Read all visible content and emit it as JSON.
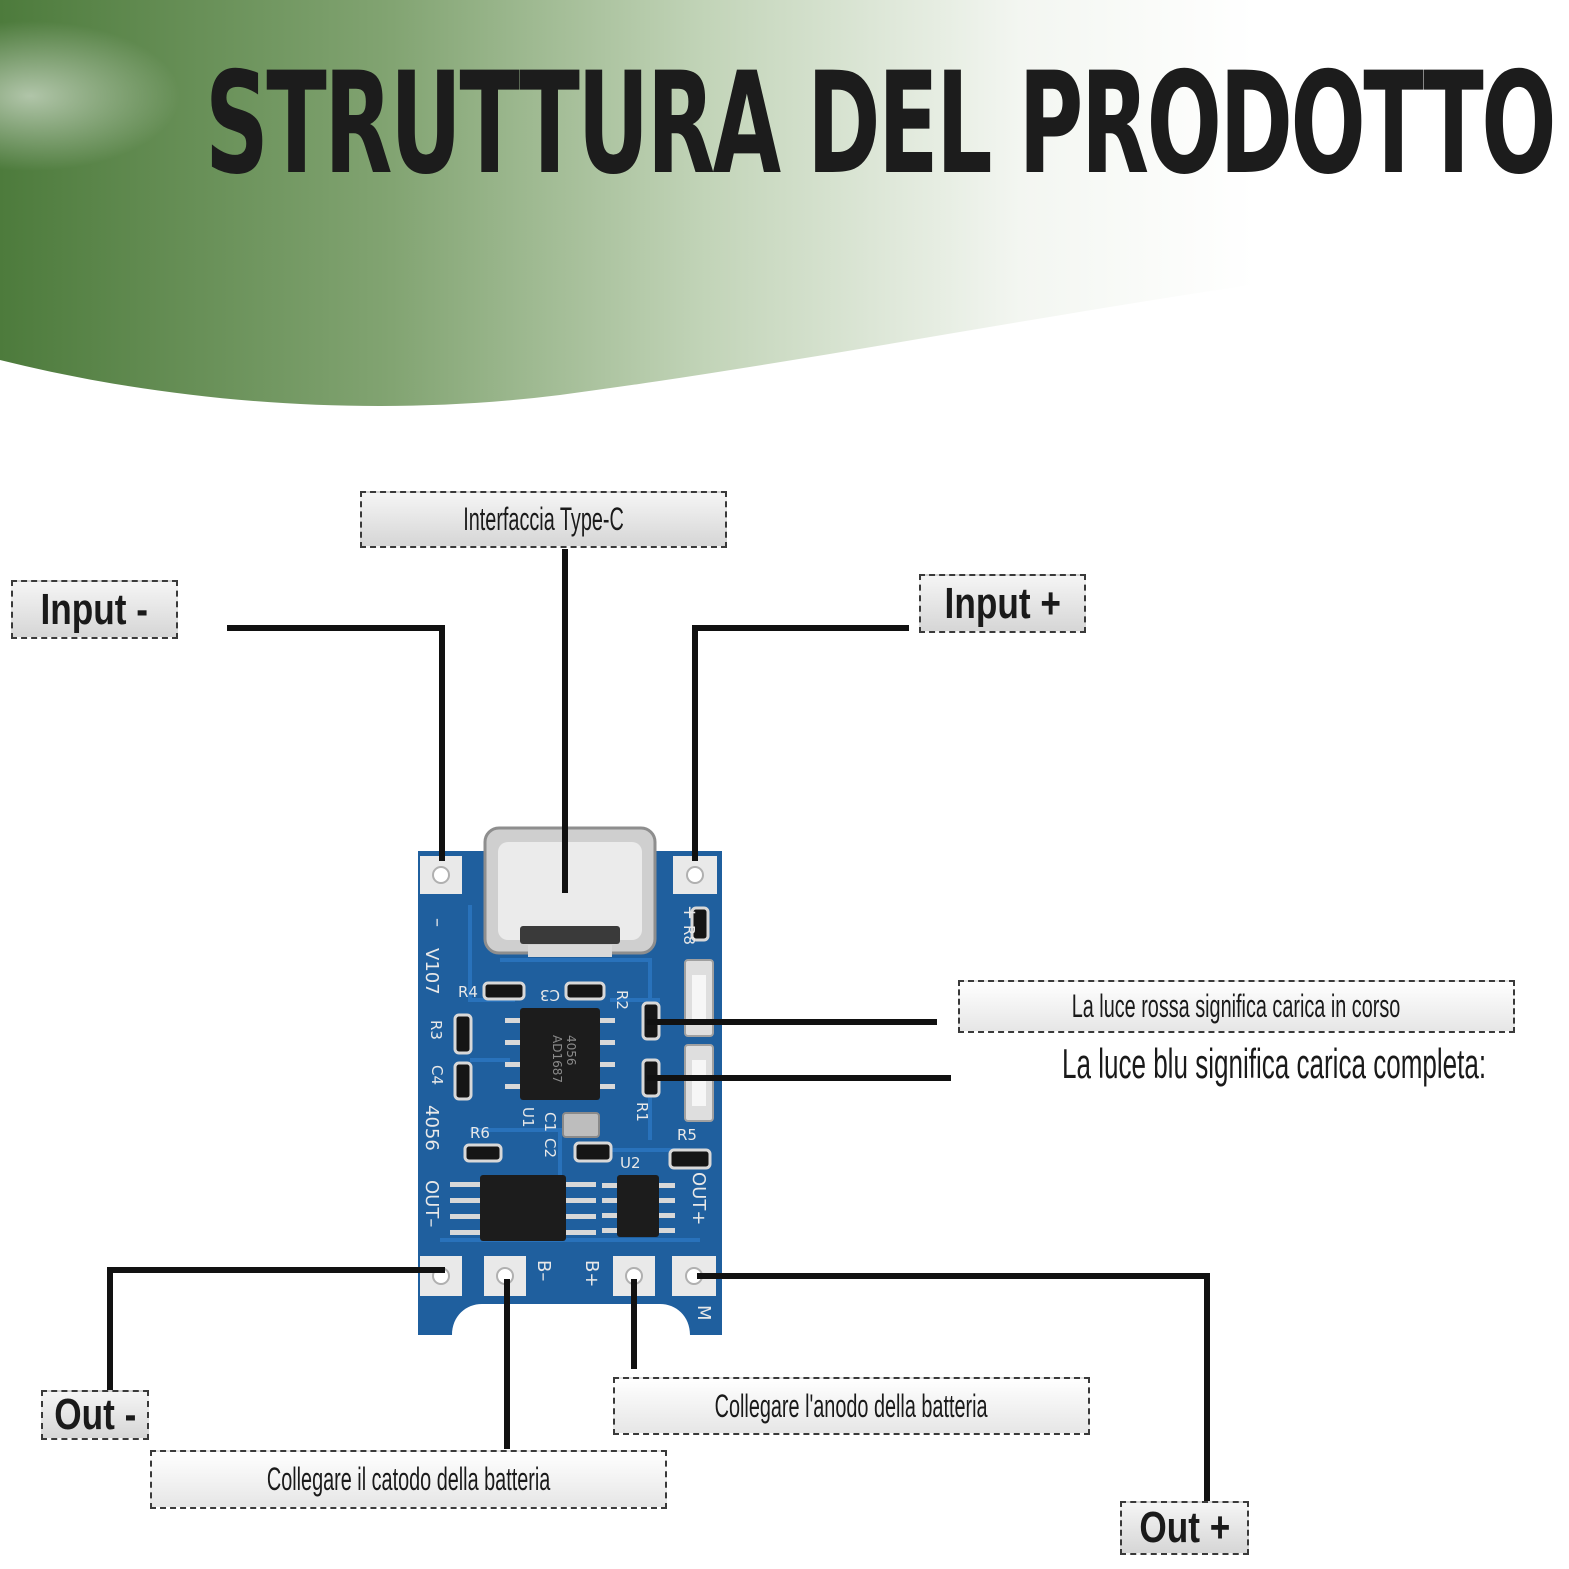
{
  "title": "STRUTTURA DEL PRODOTTO",
  "labels": {
    "type_c": "Interfaccia Type-C",
    "input_minus": "Input -",
    "input_plus": "Input +",
    "red_light": "La luce rossa significa carica in corso",
    "blue_light": "La luce blu significa carica completa:",
    "out_minus": "Out -",
    "cathode": "Collegare il catodo della batteria",
    "anode": "Collegare l'anodo della batteria",
    "out_plus": "Out +"
  },
  "board": {
    "silk": {
      "minus": "–",
      "plus": "+",
      "r8": "R8",
      "v107": "V107",
      "r4": "R4",
      "c3": "C3",
      "r2": "R2",
      "r3": "R3",
      "c4": "C4",
      "u1": "U1",
      "c1": "C1",
      "c2": "C2",
      "r1": "R1",
      "r5": "R5",
      "r6": "R6",
      "u2": "U2",
      "ic_code": "4056",
      "ic_lot": "AD1687",
      "model": "4056",
      "out_minus": "OUT–",
      "out_plus": "OUT+",
      "b_minus": "B–",
      "b_plus": "B+",
      "m": "M"
    }
  },
  "colors": {
    "banner_green": "#4f7d3e",
    "board_blue": "#1f5f9e",
    "chip": "#1c1c1c",
    "pad": "#e9e9e9"
  }
}
